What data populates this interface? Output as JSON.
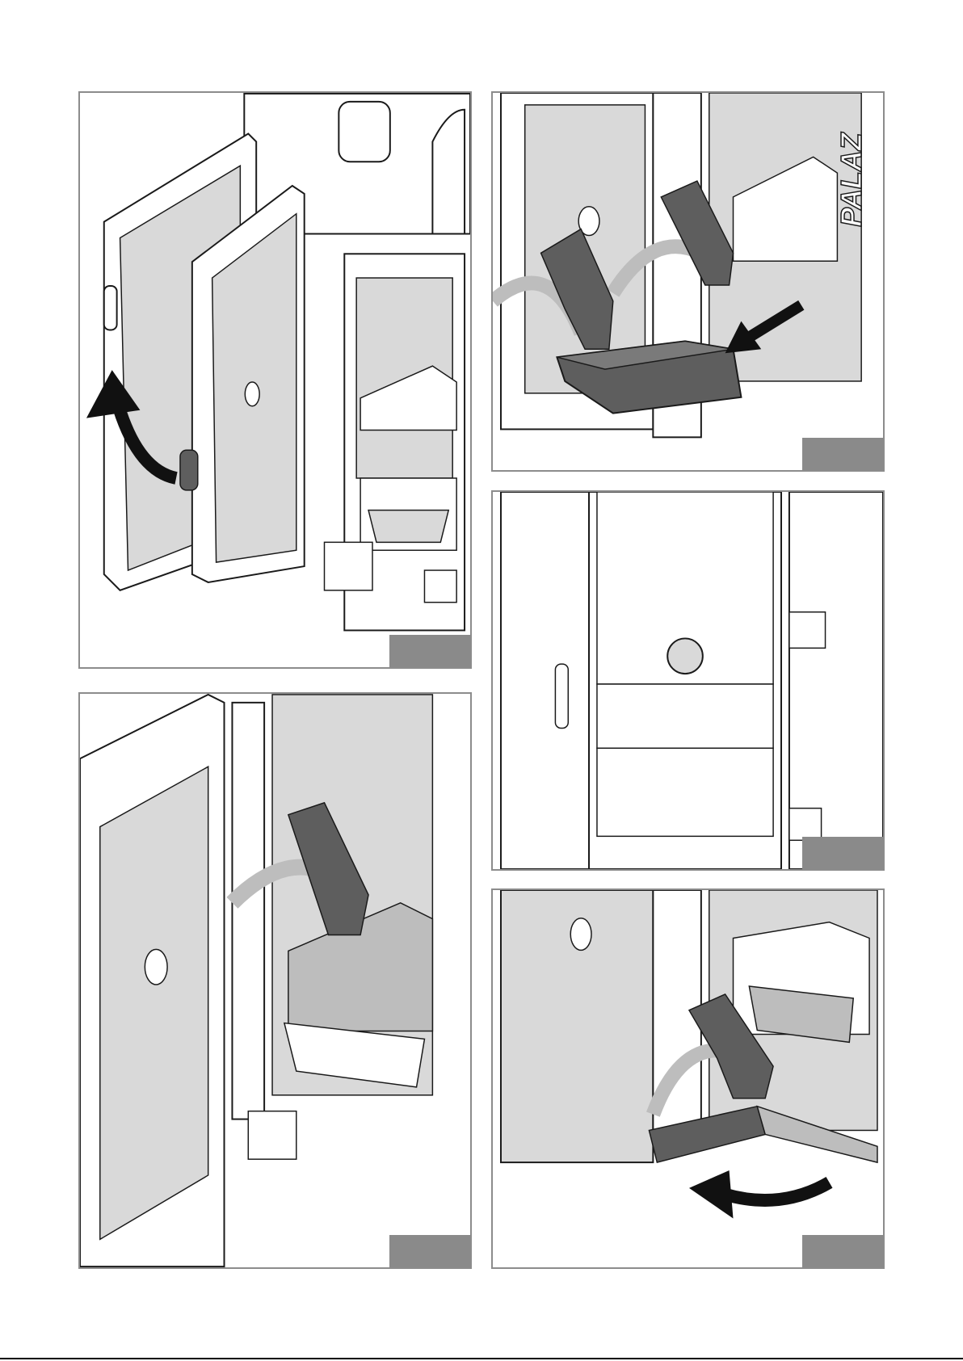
{
  "document": {
    "type": "instruction-illustration-sheet",
    "colors": {
      "panel_fill": "#d9d9d9",
      "line": "#1a1a1a",
      "hand": "#5e5e5e",
      "tag": "#8a8a8a",
      "border": "#8c8c8c"
    }
  },
  "panels": [
    {
      "id": "p1",
      "step_tag": "",
      "subject": "open-outer-and-inner-door",
      "arrow": "curved-up-left"
    },
    {
      "id": "p2",
      "step_tag": "",
      "subject": "remove-ash-drawer-and-vacuum",
      "arrow": "straight-down-left",
      "brand_text": "PALAZ"
    },
    {
      "id": "p3",
      "step_tag": "",
      "subject": "vacuum-combustion-chamber"
    },
    {
      "id": "p4",
      "step_tag": "",
      "subject": "inner-door-closed-handle"
    },
    {
      "id": "p5",
      "step_tag": "",
      "subject": "open-lower-panel-and-vacuum",
      "arrow": "curved-left"
    }
  ],
  "footer": {
    "page_mark": ""
  }
}
